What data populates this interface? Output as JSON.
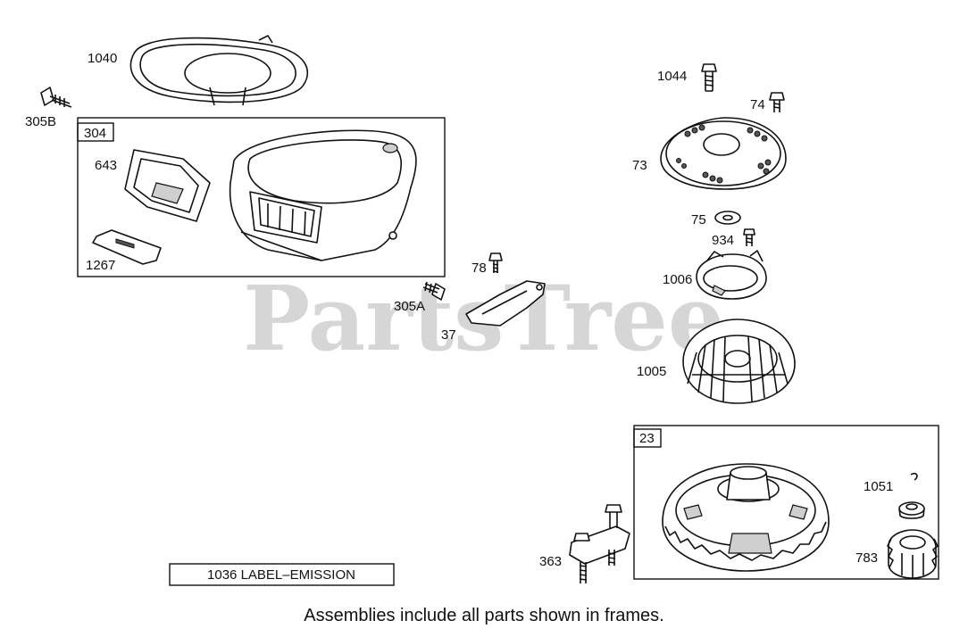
{
  "watermark": "PartsTree",
  "footer_note": "Assemblies include all parts shown in frames.",
  "label_box": "1036 LABEL–EMISSION",
  "frames": {
    "f304": "304",
    "f23": "23"
  },
  "callouts": {
    "p1040": "1040",
    "p305B": "305B",
    "p643": "643",
    "p1267": "1267",
    "p78": "78",
    "p305A": "305A",
    "p37": "37",
    "p1044": "1044",
    "p74": "74",
    "p73": "73",
    "p75": "75",
    "p934": "934",
    "p1006": "1006",
    "p1005": "1005",
    "p1051": "1051",
    "p783": "783",
    "p363": "363"
  }
}
